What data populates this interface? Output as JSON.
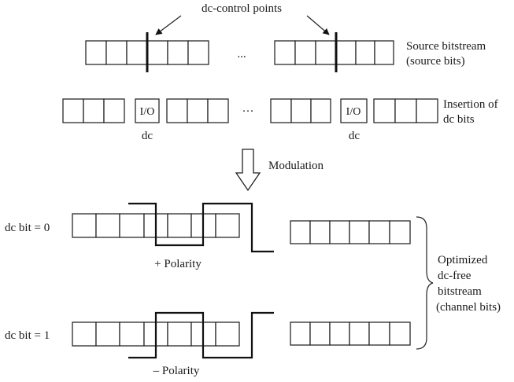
{
  "header": {
    "control_points_label": "dc-control points"
  },
  "source": {
    "label_line1": "Source bitstream",
    "label_line2": "(source bits)"
  },
  "ellipsis": "...",
  "ellipsis_mid": "···",
  "insertion": {
    "label_line1": "Insertion of",
    "label_line2": "dc bits",
    "io_label": "I/O",
    "dc_label": "dc"
  },
  "modulation_label": "Modulation",
  "rows": {
    "dc0_label": "dc bit = 0",
    "dc1_label": "dc bit = 1",
    "plus_polarity": "+ Polarity",
    "minus_polarity": "– Polarity"
  },
  "output": {
    "line1": "Optimized",
    "line2": "dc-free",
    "line3": "bitstream",
    "line4": "(channel bits)"
  }
}
